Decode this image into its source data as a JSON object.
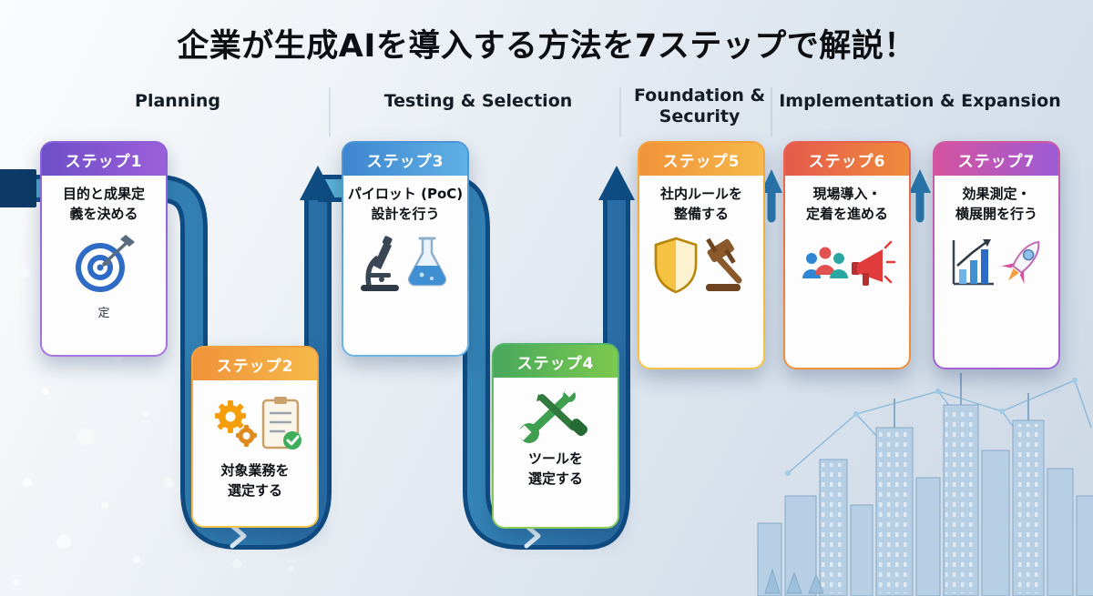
{
  "title": "企業が生成AIを導入する方法を7ステップで解説！",
  "phases": [
    {
      "line1": "Planning"
    },
    {
      "line1": "Testing & Selection"
    },
    {
      "line1": "Foundation &",
      "line2": "Security"
    },
    {
      "line1": "Implementation & Expansion"
    }
  ],
  "steps": [
    {
      "badge": "ステップ1",
      "lines": [
        "目的と成果定",
        "義を決める"
      ],
      "footnote": "定",
      "icon": "target-icon",
      "accent": "#7c5cd6"
    },
    {
      "badge": "ステップ2",
      "lines": [
        "対象業務を",
        "選定する"
      ],
      "icon": "gears-checklist-icon",
      "accent": "#f59e3c"
    },
    {
      "badge": "ステップ3",
      "lines": [
        "パイロット (PoC)",
        "設計を行う"
      ],
      "icon": "microscope-flask-icon",
      "accent": "#4a9bd8"
    },
    {
      "badge": "ステップ4",
      "lines": [
        "ツールを",
        "選定する"
      ],
      "icon": "crossed-tools-icon",
      "accent": "#53b86a"
    },
    {
      "badge": "ステップ5",
      "lines": [
        "社内ルールを",
        "整備する"
      ],
      "icon": "shield-gavel-icon",
      "accent": "#f59e3c"
    },
    {
      "badge": "ステップ6",
      "lines": [
        "現場導入・",
        "定着を進める"
      ],
      "icon": "people-megaphone-icon",
      "accent": "#ee6352"
    },
    {
      "badge": "ステップ7",
      "lines": [
        "効果測定・",
        "横展開を行う"
      ],
      "icon": "chart-rocket-icon",
      "accent": "#c75bd0"
    }
  ],
  "flow_color": "#1b5a96"
}
